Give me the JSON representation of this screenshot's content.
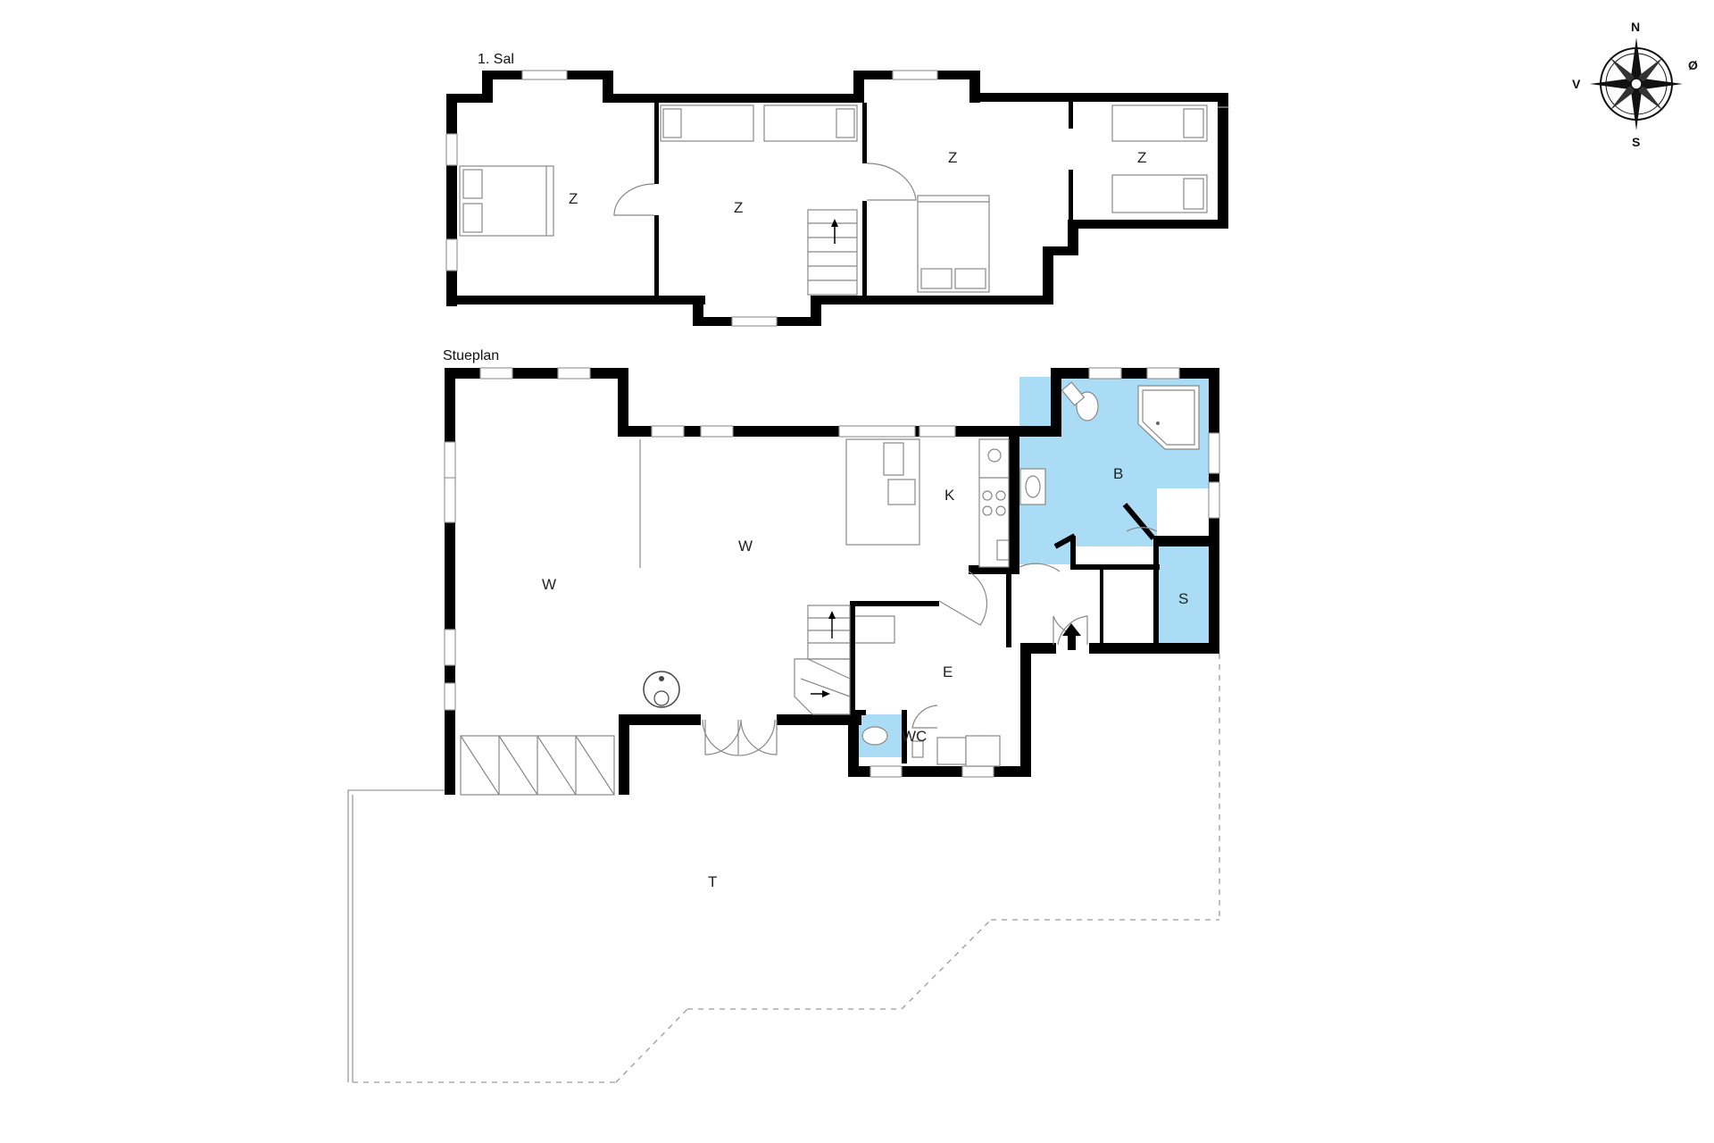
{
  "floors": {
    "upper": {
      "label": "1. Sal"
    },
    "ground": {
      "label": "Stueplan"
    }
  },
  "rooms": {
    "upper_bedroom_west": "Z",
    "upper_bedroom_center": "Z",
    "upper_bedroom_east": "Z",
    "upper_bedroom_far_east": "Z",
    "living_west": "W",
    "living_center": "W",
    "kitchen": "K",
    "bathroom": "B",
    "storage": "S",
    "entrance": "E",
    "toilet": "WC",
    "terrace": "T"
  },
  "compass": {
    "north": "N",
    "south": "S",
    "west": "V",
    "east": "Ø"
  },
  "colors": {
    "wall": "#000000",
    "wet_room": "#abdcf6",
    "fixture_line": "#888888",
    "terrace_line": "#9a9a9a"
  }
}
